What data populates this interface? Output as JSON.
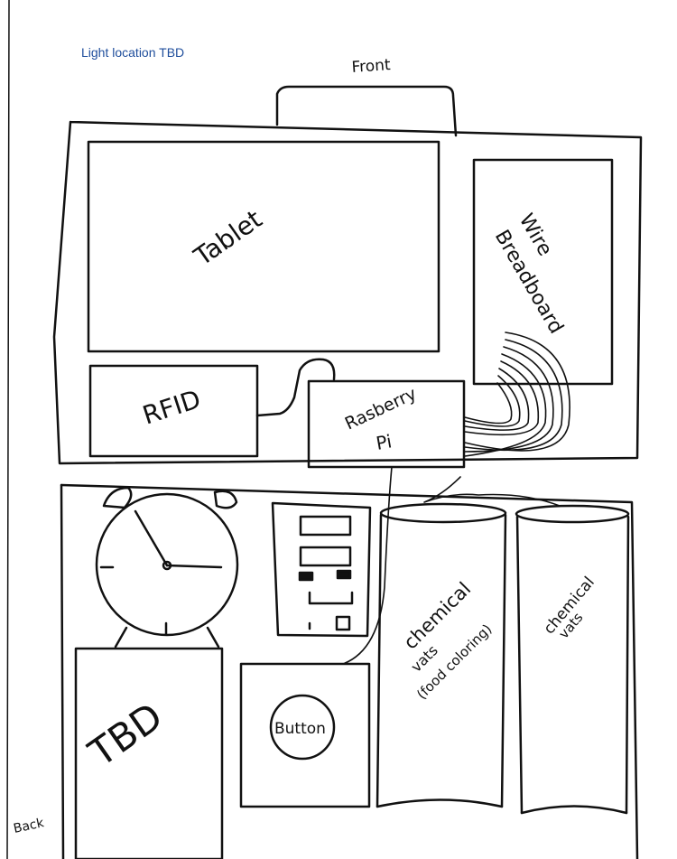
{
  "note": "Light location TBD",
  "labels": {
    "front": "Front",
    "back": "Back",
    "tablet": "Tablet",
    "wire_breadboard_1": "Wire",
    "wire_breadboard_2": "Breadboard",
    "rfid": "RFID",
    "raspberry_1": "Rasberry",
    "raspberry_2": "Pi",
    "tbd": "TBD",
    "button": "Button",
    "chem_left_1": "chemical",
    "chem_left_2": "vats",
    "chem_left_3": "(food coloring)",
    "chem_right_1": "chemical",
    "chem_right_2": "vats"
  },
  "colors": {
    "ink": "#111111",
    "note": "#1f4e9c"
  }
}
